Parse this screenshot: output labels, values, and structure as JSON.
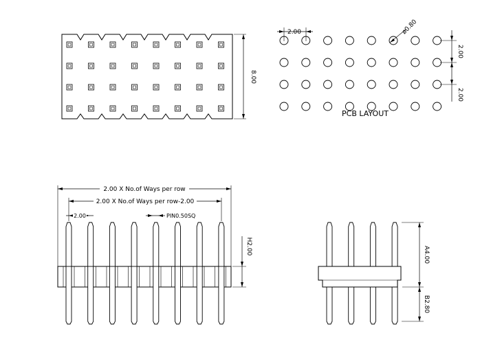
{
  "top_view": {
    "height_dim": "8.00"
  },
  "pcb_layout": {
    "title": "PCB LAYOUT",
    "pitch_x": "2.00",
    "hole_dia": "ø0.80",
    "pitch_y": "2.00",
    "pitch_y2": "2.00"
  },
  "front_view": {
    "total_length": "2.00 X No.of Ways per row",
    "pin_span": "2.00 X No.of Ways per row-2.00",
    "pitch": "2.00",
    "pin_label": "PIN0.50SQ",
    "insulator_height": "H2.00"
  },
  "side_view": {
    "upper_pin": "A4.00",
    "lower_pin": "B2.80"
  },
  "layout": {
    "columns": 8,
    "rows": 4
  }
}
